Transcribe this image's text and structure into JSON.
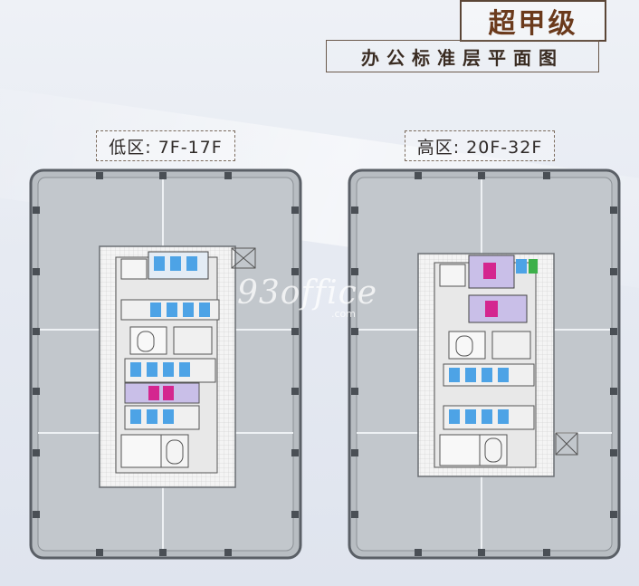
{
  "header": {
    "grade": "超甲级",
    "subtitle": "办公标准层平面图"
  },
  "zones": [
    {
      "label": "低区: 7F-17F"
    },
    {
      "label": "高区: 20F-32F"
    }
  ],
  "watermark": {
    "main": "93office",
    "sub": ".com"
  },
  "colors": {
    "grade_text": "#6b3a1c",
    "floor": "#b8bdc2",
    "core_wall": "#ffffff",
    "restroom_blue": "#4da3e6",
    "restroom_magenta": "#d4268f",
    "restroom_purple": "#b8a8dc"
  }
}
